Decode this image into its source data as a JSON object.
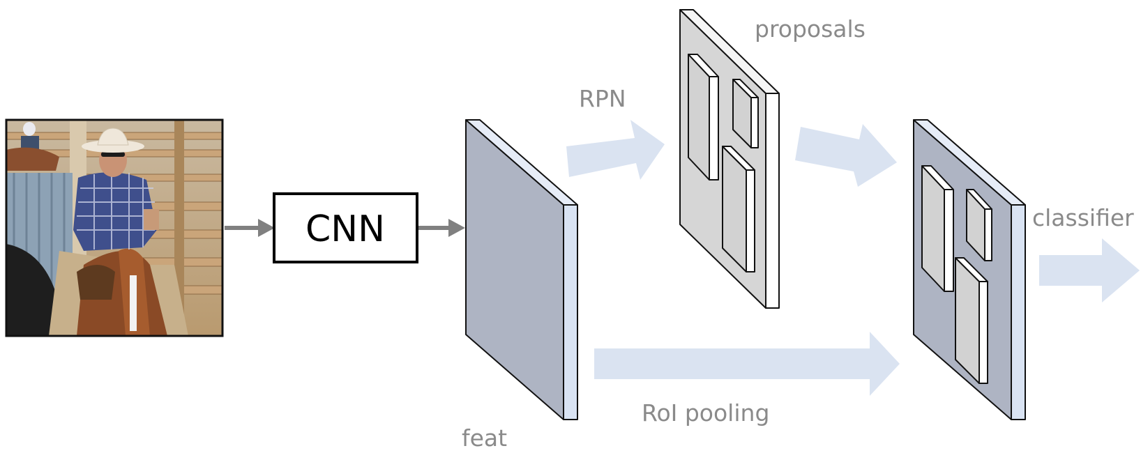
{
  "diagram": {
    "cnn_label": "CNN",
    "rpn_label": "RPN",
    "proposals_label": "proposals",
    "classifier_label": "classifier",
    "roi_label": "RoI pooling",
    "feature_maps_label_partial": "feat"
  },
  "colors": {
    "gray_arrow": "#808080",
    "light_arrow": "#dae3f1",
    "feature_face": "#aeb4c3",
    "feature_side": "#d9e3f3",
    "proposal_panel": "#d6d6d6",
    "label_gray": "#8a8a8a"
  },
  "icons": {
    "input_image": "photo-of-cowboy-on-horse"
  }
}
